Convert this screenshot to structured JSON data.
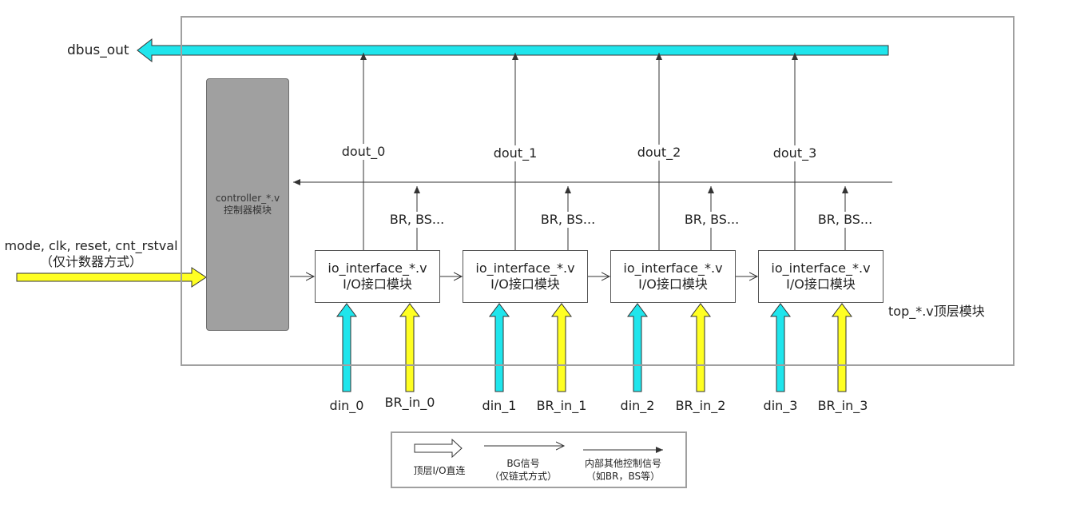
{
  "top_module": {
    "label": "top_*.v顶层模块"
  },
  "bus_out": {
    "label": "dbus_out"
  },
  "controller": {
    "line1": "controller_*.v",
    "line2": "控制器模块"
  },
  "inputs": {
    "line1": "mode, clk, reset, cnt_rstval",
    "line2": "（仅计数器方式）"
  },
  "io_modules": [
    {
      "line1": "io_interface_*.v",
      "line2": "I/O接口模块",
      "dout": "dout_0",
      "ctrl_sig": "BR, BS...",
      "din": "din_0",
      "br_in": "BR_in_0"
    },
    {
      "line1": "io_interface_*.v",
      "line2": "I/O接口模块",
      "dout": "dout_1",
      "ctrl_sig": "BR, BS...",
      "din": "din_1",
      "br_in": "BR_in_1"
    },
    {
      "line1": "io_interface_*.v",
      "line2": "I/O接口模块",
      "dout": "dout_2",
      "ctrl_sig": "BR, BS...",
      "din": "din_2",
      "br_in": "BR_in_2"
    },
    {
      "line1": "io_interface_*.v",
      "line2": "I/O接口模块",
      "dout": "dout_3",
      "ctrl_sig": "BR, BS...",
      "din": "din_3",
      "br_in": "BR_in_3"
    }
  ],
  "legend": {
    "item1": "顶层I/O直连",
    "item2_line1": "BG信号",
    "item2_line2": "（仅链式方式）",
    "item3_line1": "内部其他控制信号",
    "item3_line2": "（如BR，BS等）"
  },
  "colors": {
    "bus_cyan": "#1fe5ec",
    "input_yellow": "#ffff22",
    "controller_gray": "#a0a0a0",
    "frame_gray": "#a0a0a0"
  }
}
